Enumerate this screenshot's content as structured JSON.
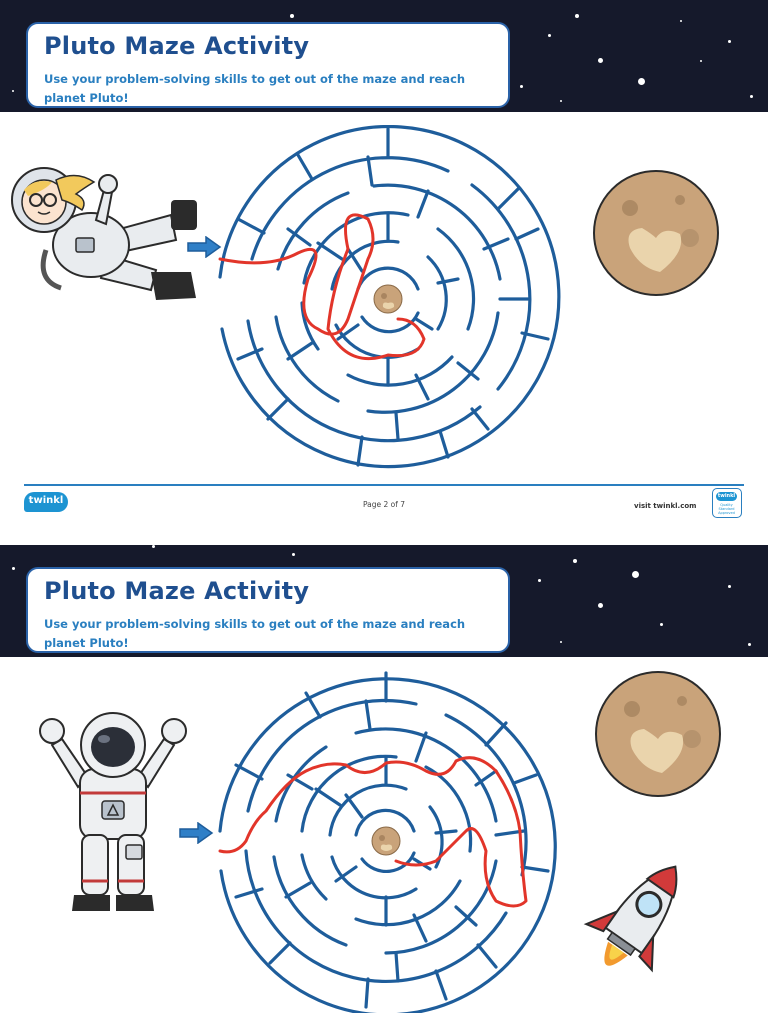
{
  "pages": [
    {
      "title": "Pluto Maze Activity",
      "subtitle": "Use your problem-solving skills to get out of the maze and reach planet Pluto!",
      "footer": {
        "logo": "twinkl",
        "page_number": "Page 2 of 7",
        "visit": "visit twinkl.com",
        "badge_top": "twinkl",
        "badge_text": "Quality Standard Approved"
      }
    },
    {
      "title": "Pluto Maze Activity",
      "subtitle": "Use your problem-solving skills to get out of the maze and reach planet Pluto!"
    }
  ],
  "colors": {
    "space": "#15192b",
    "title_blue": "#1f4f8f",
    "subtitle_blue": "#2a7fc0",
    "maze_stroke": "#1e5d9b",
    "solution_path": "#e2352a",
    "pluto": "#c9a37a",
    "pluto_heart": "#ead4ac"
  },
  "icons": [
    "astronaut-female-floating",
    "astronaut-standing",
    "arrow-right-icon",
    "pluto-planet",
    "rocket-icon",
    "twinkl-logo",
    "quality-badge-icon"
  ]
}
